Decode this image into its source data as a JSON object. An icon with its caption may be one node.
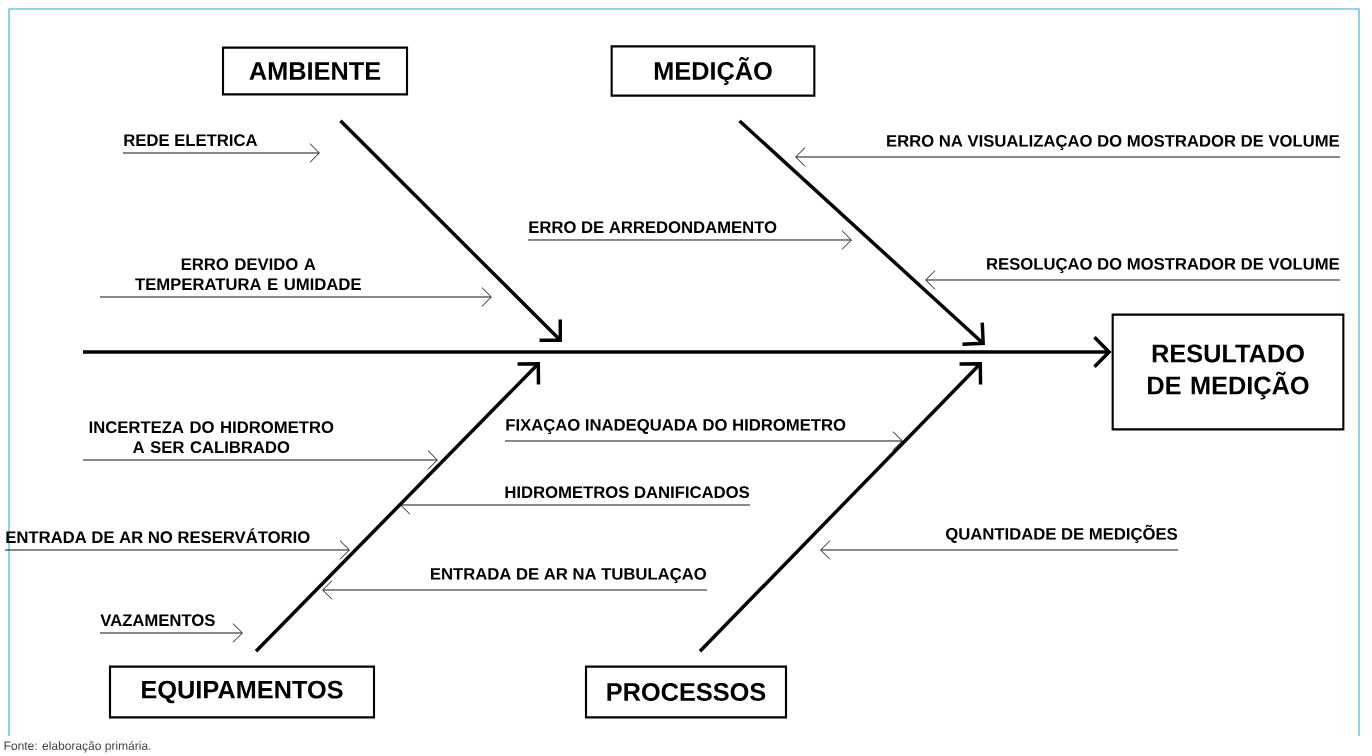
{
  "diagram": {
    "caption": "Fonte: elaboração primária.",
    "nodes": [
      {
        "text": [
          "AMBIENTE"
        ]
      },
      {
        "text": [
          "MEDIÇÃO"
        ]
      },
      {
        "text": [
          "RESULTADO DE MEDIÇÃO"
        ]
      },
      {
        "text": [
          "EQUIPAMENTOS"
        ]
      },
      {
        "text": [
          "PROCESSOS"
        ]
      },
      {
        "text": [
          "REDE ELETRICA"
        ]
      },
      {
        "text": [
          "ERRO DEVIDO A TEMPERATURA E UMIDADE"
        ]
      },
      {
        "text": [
          "ERRO DE ARREDONDAMENTO"
        ]
      },
      {
        "text": [
          "ERRO NA VISUALIZAÇAO DO MOSTRADOR DE VOLUME"
        ]
      },
      {
        "text": [
          "RESOLUÇAO DO MOSTRADOR DE VOLUME"
        ]
      },
      {
        "text": [
          "INCERTEZA DO HIDROMETRO A SER CALIBRADO"
        ]
      },
      {
        "text": [
          "FIXAÇAO INADEQUADA DO HIDROMETRO"
        ]
      },
      {
        "text": [
          "HIDROMETROS DANIFICADOS"
        ]
      },
      {
        "text": [
          "ENTRADA DE AR NO RESERVÁTORIO"
        ]
      },
      {
        "text": [
          "ENTRADA DE AR NA TUBULAÇAO"
        ]
      },
      {
        "text": [
          "VAZAMENTOS"
        ]
      },
      {
        "text": [
          "QUANTIDADE DE MEDIÇÕES"
        ]
      }
    ],
    "edges": [
      {
        "from": 0,
        "to": null,
        "arrow": "to",
        "style": "thick"
      },
      {
        "from": 1,
        "to": null,
        "arrow": "to",
        "style": "thick"
      },
      {
        "from": 3,
        "to": null,
        "arrow": "to",
        "style": "thick"
      },
      {
        "from": 4,
        "to": null,
        "arrow": "to",
        "style": "thick"
      },
      {
        "from": null,
        "to": 2,
        "arrow": "to",
        "style": "thick"
      },
      {
        "from": 5,
        "to": null,
        "arrow": "to"
      },
      {
        "from": 6,
        "to": null,
        "arrow": "to"
      },
      {
        "from": 7,
        "to": null,
        "arrow": "to"
      },
      {
        "from": 8,
        "to": null,
        "arrow": "to"
      },
      {
        "from": 9,
        "to": null,
        "arrow": "to"
      },
      {
        "from": 10,
        "to": null,
        "arrow": "to"
      },
      {
        "from": 11,
        "to": null,
        "arrow": "to"
      },
      {
        "from": 12,
        "to": null,
        "arrow": "to"
      },
      {
        "from": 13,
        "to": null,
        "arrow": "to"
      },
      {
        "from": 14,
        "to": null,
        "arrow": "to"
      },
      {
        "from": 15,
        "to": null,
        "arrow": "to"
      },
      {
        "from": 16,
        "to": null,
        "arrow": "to"
      }
    ]
  }
}
